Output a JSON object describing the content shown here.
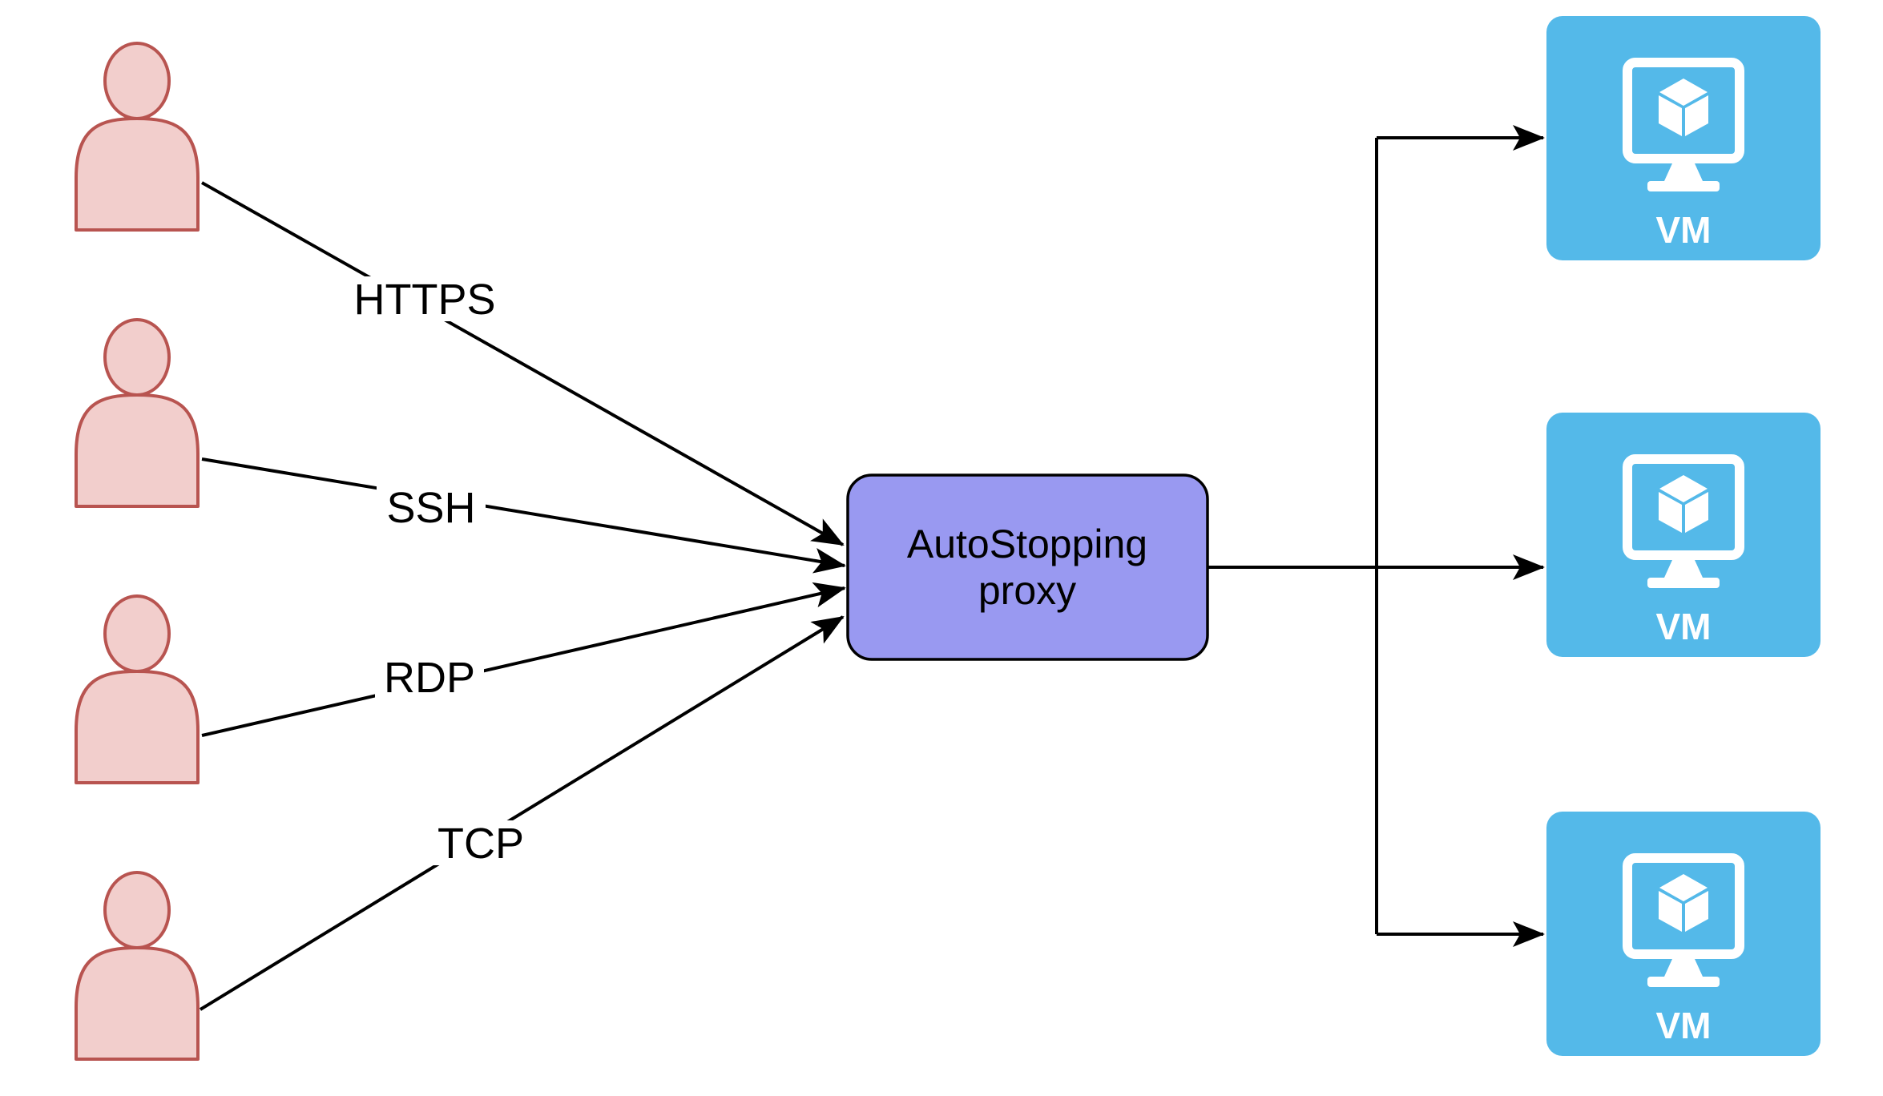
{
  "connections": [
    {
      "label": "HTTPS"
    },
    {
      "label": "SSH"
    },
    {
      "label": "RDP"
    },
    {
      "label": "TCP"
    }
  ],
  "proxy": {
    "line1": "AutoStopping",
    "line2": "proxy"
  },
  "vms": [
    {
      "label": "VM"
    },
    {
      "label": "VM"
    },
    {
      "label": "VM"
    }
  ],
  "icons": {
    "user": "person-silhouette-icon",
    "vm": "monitor-with-cube-icon",
    "arrow": "arrowhead-icon"
  },
  "colors": {
    "background": "#FFFFFF",
    "user_fill": "#F2CECC",
    "user_stroke": "#B85450",
    "proxy_fill": "#9999F1",
    "proxy_stroke": "#000000",
    "vm_fill": "#54B9E9",
    "vm_icon": "#FFFFFF",
    "line": "#000000",
    "label_text": "#000000"
  }
}
